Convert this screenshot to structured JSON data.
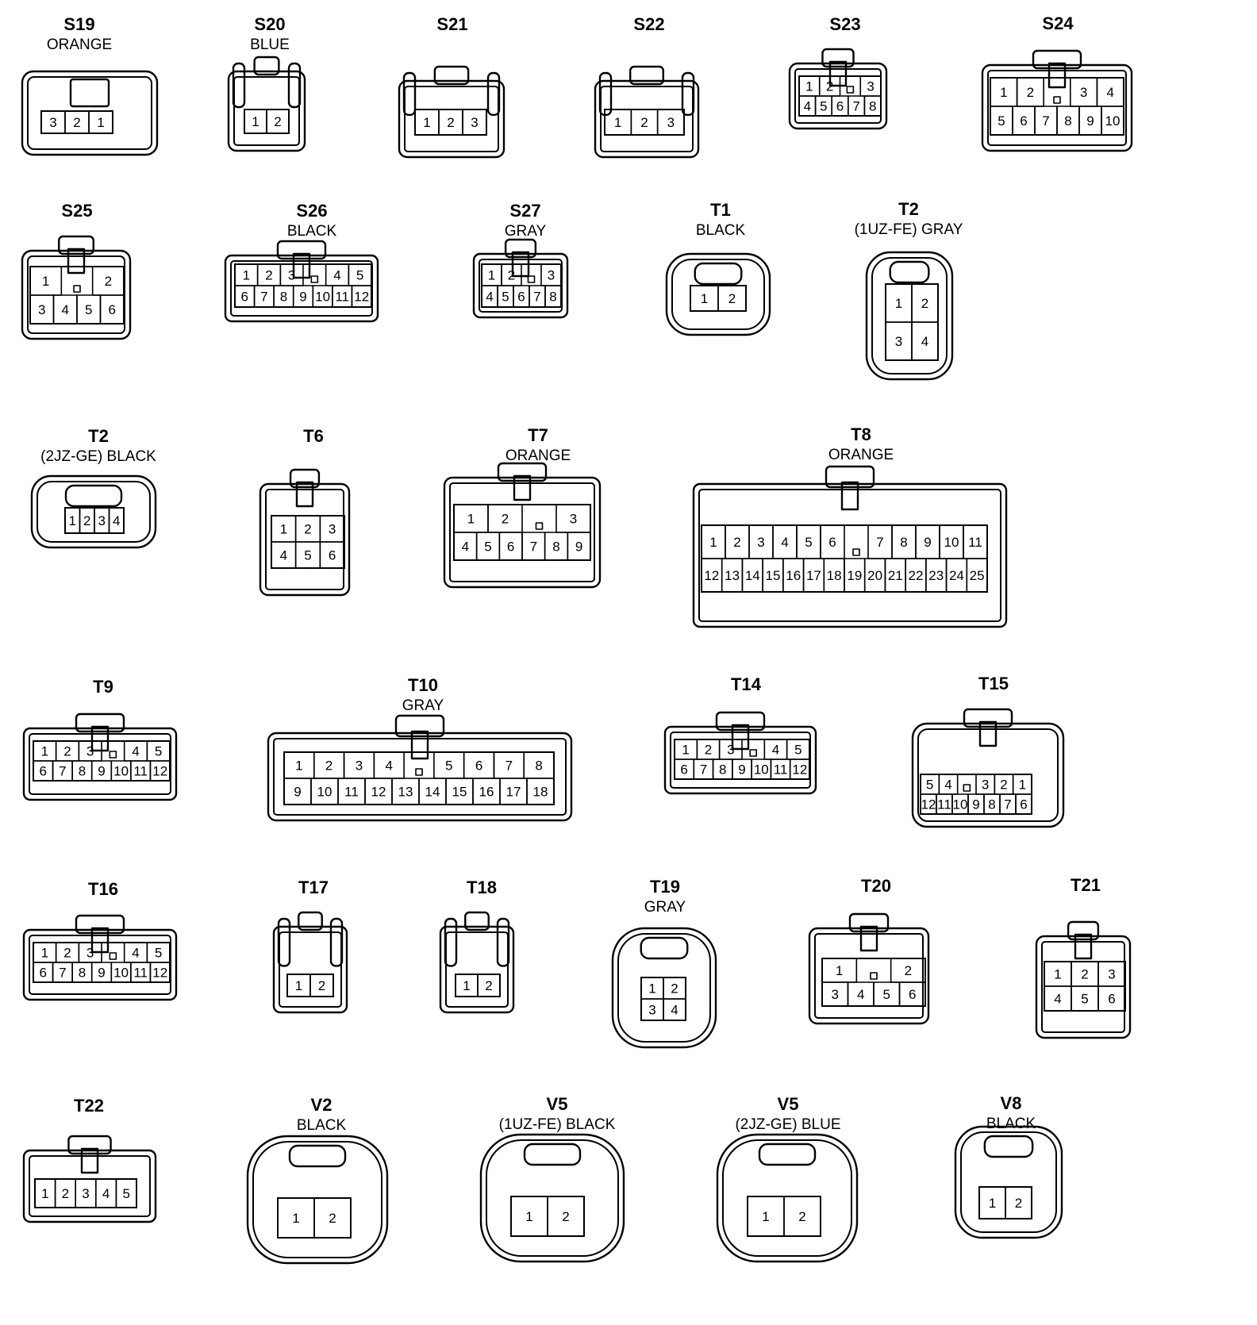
{
  "connectors": [
    {
      "id": "S19",
      "sub": "ORANGE",
      "rows": [
        [
          "3",
          "2",
          "1"
        ]
      ]
    },
    {
      "id": "S20",
      "sub": "BLUE",
      "rows": [
        [
          "1",
          "2"
        ]
      ]
    },
    {
      "id": "S21",
      "sub": "",
      "rows": [
        [
          "1",
          "2",
          "3"
        ]
      ]
    },
    {
      "id": "S22",
      "sub": "",
      "rows": [
        [
          "1",
          "2",
          "3"
        ]
      ]
    },
    {
      "id": "S23",
      "sub": "",
      "rows": [
        [
          "1",
          "2",
          "",
          "3"
        ],
        [
          "4",
          "5",
          "6",
          "7",
          "8"
        ]
      ]
    },
    {
      "id": "S24",
      "sub": "",
      "rows": [
        [
          "1",
          "2",
          "",
          "3",
          "4"
        ],
        [
          "5",
          "6",
          "7",
          "8",
          "9",
          "10"
        ]
      ]
    },
    {
      "id": "S25",
      "sub": "",
      "rows": [
        [
          "1",
          "",
          "2"
        ],
        [
          "3",
          "4",
          "5",
          "6"
        ]
      ]
    },
    {
      "id": "S26",
      "sub": "BLACK",
      "rows": [
        [
          "1",
          "2",
          "3",
          "",
          "4",
          "5"
        ],
        [
          "6",
          "7",
          "8",
          "9",
          "10",
          "11",
          "12"
        ]
      ]
    },
    {
      "id": "S27",
      "sub": "GRAY",
      "rows": [
        [
          "1",
          "2",
          "",
          "3"
        ],
        [
          "4",
          "5",
          "6",
          "7",
          "8"
        ]
      ]
    },
    {
      "id": "T1",
      "sub": "BLACK",
      "rows": [
        [
          "1",
          "2"
        ]
      ]
    },
    {
      "id": "T2",
      "sub": "(1UZ-FE)  GRAY",
      "rows": [
        [
          "1",
          "2"
        ],
        [
          "3",
          "4"
        ]
      ]
    },
    {
      "id": "T2",
      "sub": "(2JZ-GE)  BLACK",
      "rows": [
        [
          "1",
          "2",
          "3",
          "4"
        ]
      ]
    },
    {
      "id": "T6",
      "sub": "",
      "rows": [
        [
          "1",
          "2",
          "3"
        ],
        [
          "4",
          "5",
          "6"
        ]
      ]
    },
    {
      "id": "T7",
      "sub": "ORANGE",
      "rows": [
        [
          "1",
          "2",
          "",
          "3"
        ],
        [
          "4",
          "5",
          "6",
          "7",
          "8",
          "9"
        ]
      ]
    },
    {
      "id": "T8",
      "sub": "ORANGE",
      "rows": [
        [
          "1",
          "2",
          "3",
          "4",
          "5",
          "6",
          "",
          "7",
          "8",
          "9",
          "10",
          "11"
        ],
        [
          "12",
          "13",
          "14",
          "15",
          "16",
          "17",
          "18",
          "19",
          "20",
          "21",
          "22",
          "23",
          "24",
          "25"
        ]
      ]
    },
    {
      "id": "T9",
      "sub": "",
      "rows": [
        [
          "1",
          "2",
          "3",
          "",
          "4",
          "5"
        ],
        [
          "6",
          "7",
          "8",
          "9",
          "10",
          "11",
          "12"
        ]
      ]
    },
    {
      "id": "T10",
      "sub": "GRAY",
      "rows": [
        [
          "1",
          "2",
          "3",
          "4",
          "",
          "5",
          "6",
          "7",
          "8"
        ],
        [
          "9",
          "10",
          "11",
          "12",
          "13",
          "14",
          "15",
          "16",
          "17",
          "18"
        ]
      ]
    },
    {
      "id": "T14",
      "sub": "",
      "rows": [
        [
          "1",
          "2",
          "3",
          "",
          "4",
          "5"
        ],
        [
          "6",
          "7",
          "8",
          "9",
          "10",
          "11",
          "12"
        ]
      ]
    },
    {
      "id": "T15",
      "sub": "",
      "rows": [
        [
          "5",
          "4",
          "",
          "3",
          "2",
          "1"
        ],
        [
          "12",
          "11",
          "10",
          "9",
          "8",
          "7",
          "6"
        ]
      ]
    },
    {
      "id": "T16",
      "sub": "",
      "rows": [
        [
          "1",
          "2",
          "3",
          "",
          "4",
          "5"
        ],
        [
          "6",
          "7",
          "8",
          "9",
          "10",
          "11",
          "12"
        ]
      ]
    },
    {
      "id": "T17",
      "sub": "",
      "rows": [
        [
          "1",
          "2"
        ]
      ]
    },
    {
      "id": "T18",
      "sub": "",
      "rows": [
        [
          "1",
          "2"
        ]
      ]
    },
    {
      "id": "T19",
      "sub": "GRAY",
      "rows": [
        [
          "1",
          "2"
        ],
        [
          "3",
          "4"
        ]
      ]
    },
    {
      "id": "T20",
      "sub": "",
      "rows": [
        [
          "1",
          "",
          "2"
        ],
        [
          "3",
          "4",
          "5",
          "6"
        ]
      ]
    },
    {
      "id": "T21",
      "sub": "",
      "rows": [
        [
          "1",
          "2",
          "3"
        ],
        [
          "4",
          "5",
          "6"
        ]
      ]
    },
    {
      "id": "T22",
      "sub": "",
      "rows": [
        [
          "1",
          "2",
          "3",
          "4",
          "5"
        ]
      ]
    },
    {
      "id": "V2",
      "sub": "BLACK",
      "rows": [
        [
          "1",
          "2"
        ]
      ]
    },
    {
      "id": "V5",
      "sub": "(1UZ-FE)  BLACK",
      "rows": [
        [
          "1",
          "2"
        ]
      ]
    },
    {
      "id": "V5",
      "sub": "(2JZ-GE)  BLUE",
      "rows": [
        [
          "1",
          "2"
        ]
      ]
    },
    {
      "id": "V8",
      "sub": "BLACK",
      "rows": [
        [
          "1",
          "2"
        ]
      ]
    }
  ]
}
